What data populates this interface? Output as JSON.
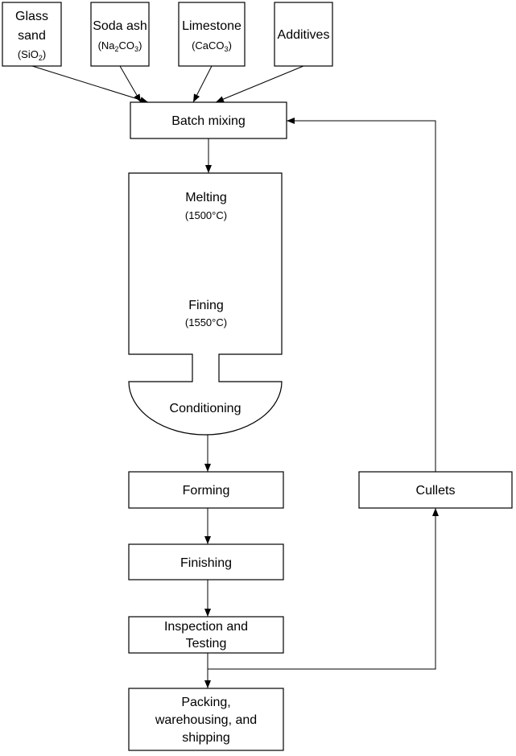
{
  "inputs": {
    "glass_sand": {
      "line1": "Glass",
      "line2": "sand",
      "formula_pre": "(SiO",
      "formula_sub": "2",
      "formula_post": ")"
    },
    "soda_ash": {
      "line1": "Soda ash",
      "formula_pre": "(Na",
      "formula_sub1": "2",
      "formula_mid": "CO",
      "formula_sub2": "3",
      "formula_post": ")"
    },
    "limestone": {
      "line1": "Limestone",
      "formula_pre": "(CaCO",
      "formula_sub": "3",
      "formula_post": ")"
    },
    "additives": {
      "line1": "Additives"
    }
  },
  "steps": {
    "batch_mixing": "Batch mixing",
    "melting": "Melting",
    "melting_temp": "(1500°C)",
    "fining": "Fining",
    "fining_temp": "(1550°C)",
    "conditioning": "Conditioning",
    "forming": "Forming",
    "finishing": "Finishing",
    "inspection_l1": "Inspection and",
    "inspection_l2": "Testing",
    "packing_l1": "Packing,",
    "packing_l2": "warehousing, and",
    "packing_l3": "shipping",
    "cullets": "Cullets"
  }
}
